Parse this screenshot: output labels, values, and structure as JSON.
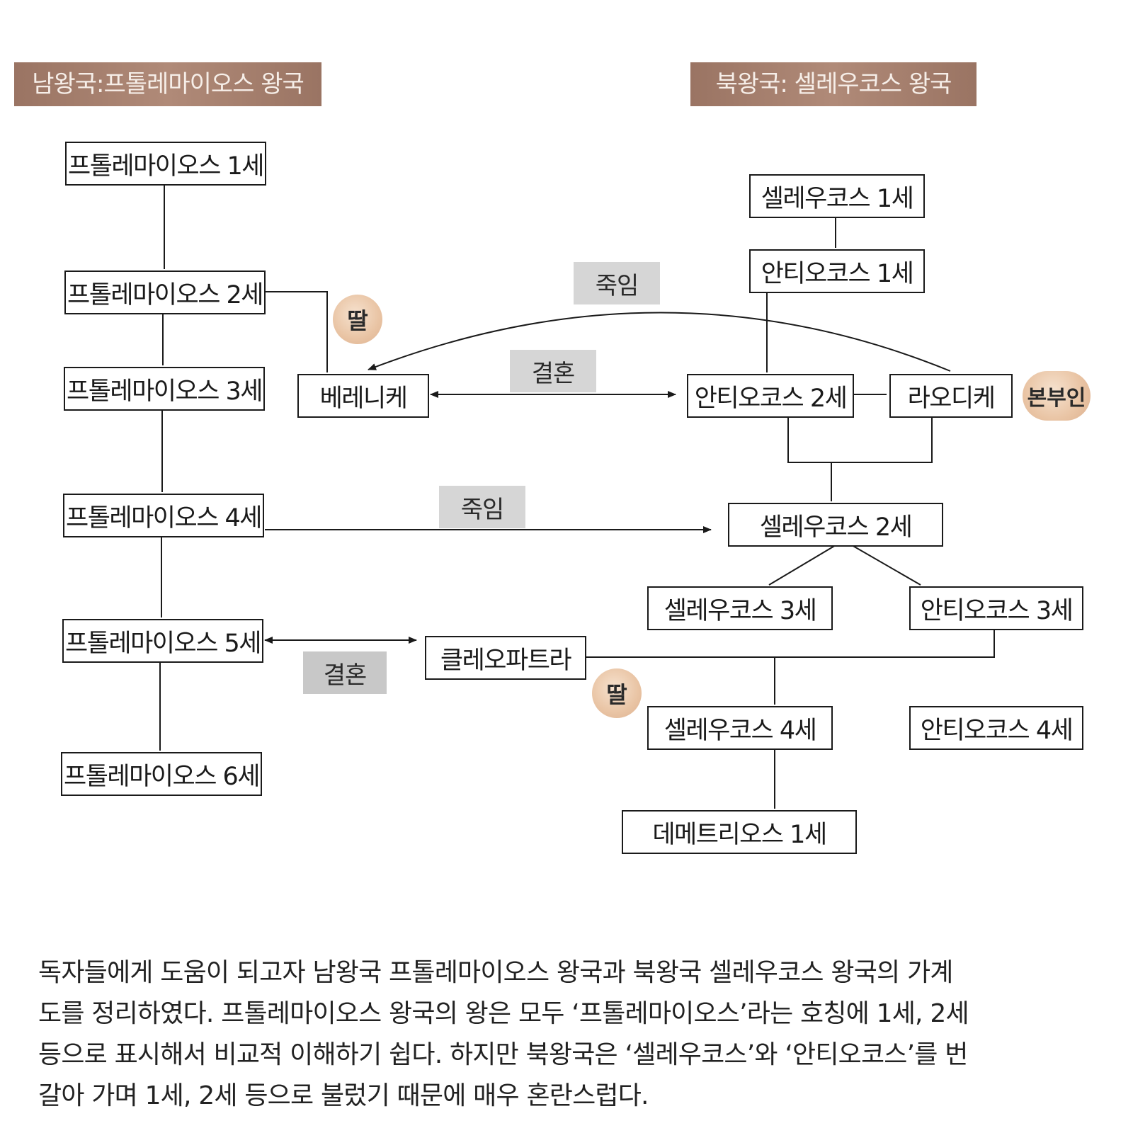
{
  "headers": {
    "south": "남왕국:프톨레마이오스 왕국",
    "north": "북왕국: 셀레우코스 왕국"
  },
  "ptolemy": [
    "프톨레마이오스 1세",
    "프톨레마이오스 2세",
    "프톨레마이오스 3세",
    "프톨레마이오스 4세",
    "프톨레마이오스 5세",
    "프톨레마이오스 6세"
  ],
  "berenice": "베레니케",
  "cleopatra": "클레오파트라",
  "seleucid": {
    "seleucus1": "셀레우코스 1세",
    "antiochus1": "안티오코스 1세",
    "antiochus2": "안티오코스 2세",
    "laodice": "라오디케",
    "seleucus2": "셀레우코스 2세",
    "seleucus3": "셀레우코스 3세",
    "antiochus3": "안티오코스 3세",
    "seleucus4": "셀레우코스 4세",
    "antiochus4": "안티오코스 4세",
    "demetrius1": "데메트리오스 1세"
  },
  "labels": {
    "kill_top": "죽임",
    "marriage_top": "결혼",
    "kill_mid": "죽임",
    "marriage_bottom": "결혼",
    "daughter_1": "딸",
    "daughter_2": "딸",
    "first_wife": "본부인"
  },
  "caption": [
    "독자들에게 도움이 되고자 남왕국 프톨레마이오스 왕국과 북왕국 셀레우코스 왕국의 가계",
    "도를 정리하였다. 프톨레마이오스 왕국의 왕은 모두 ‘프톨레마이오스’라는 호칭에 1세, 2세",
    "등으로 표시해서 비교적 이해하기 쉽다. 하지만 북왕국은 ‘셀레우코스’와 ‘안티오코스’를 번",
    "갈아 가며 1세, 2세 등으로 불렀기 때문에 매우 혼란스럽다."
  ]
}
